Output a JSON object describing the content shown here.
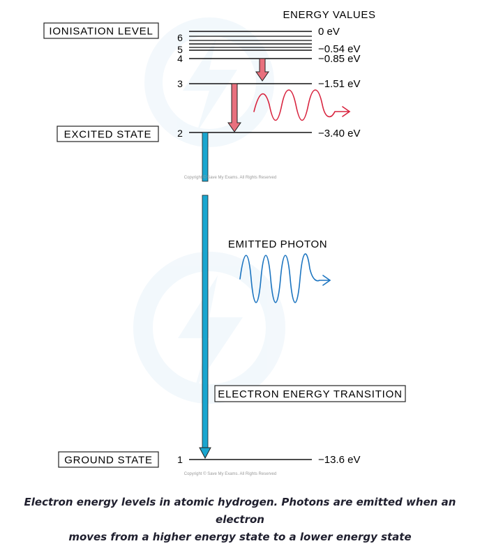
{
  "header": {
    "energy_values_title": "ENERGY VALUES"
  },
  "state_labels": {
    "ionisation": "IONISATION LEVEL",
    "excited": "EXCITED STATE",
    "ground": "GROUND STATE",
    "transition": "ELECTRON ENERGY TRANSITION",
    "emitted_photon": "EMITTED PHOTON"
  },
  "levels": [
    {
      "n": "6",
      "energy": "0 eV"
    },
    {
      "n": "5",
      "energy": "−0.54 eV"
    },
    {
      "n": "4",
      "energy": "−0.85 eV"
    },
    {
      "n": "3",
      "energy": "−1.51 eV"
    },
    {
      "n": "2",
      "energy": "−3.40 eV"
    },
    {
      "n": "1",
      "energy": "−13.6 eV"
    }
  ],
  "watermark": "Copyright © Save My Exams. All Rights Reserved",
  "caption": {
    "line1": "Electron energy levels in atomic hydrogen. Photons are emitted when an electron",
    "line2": "moves from a higher energy state to a lower energy state"
  },
  "colors": {
    "red_arrow": "#e8707e",
    "red_wave": "#d8233e",
    "blue_arrow": "#1aa6cf",
    "blue_wave": "#1b74c0",
    "watermark": "#e9f3fa"
  }
}
